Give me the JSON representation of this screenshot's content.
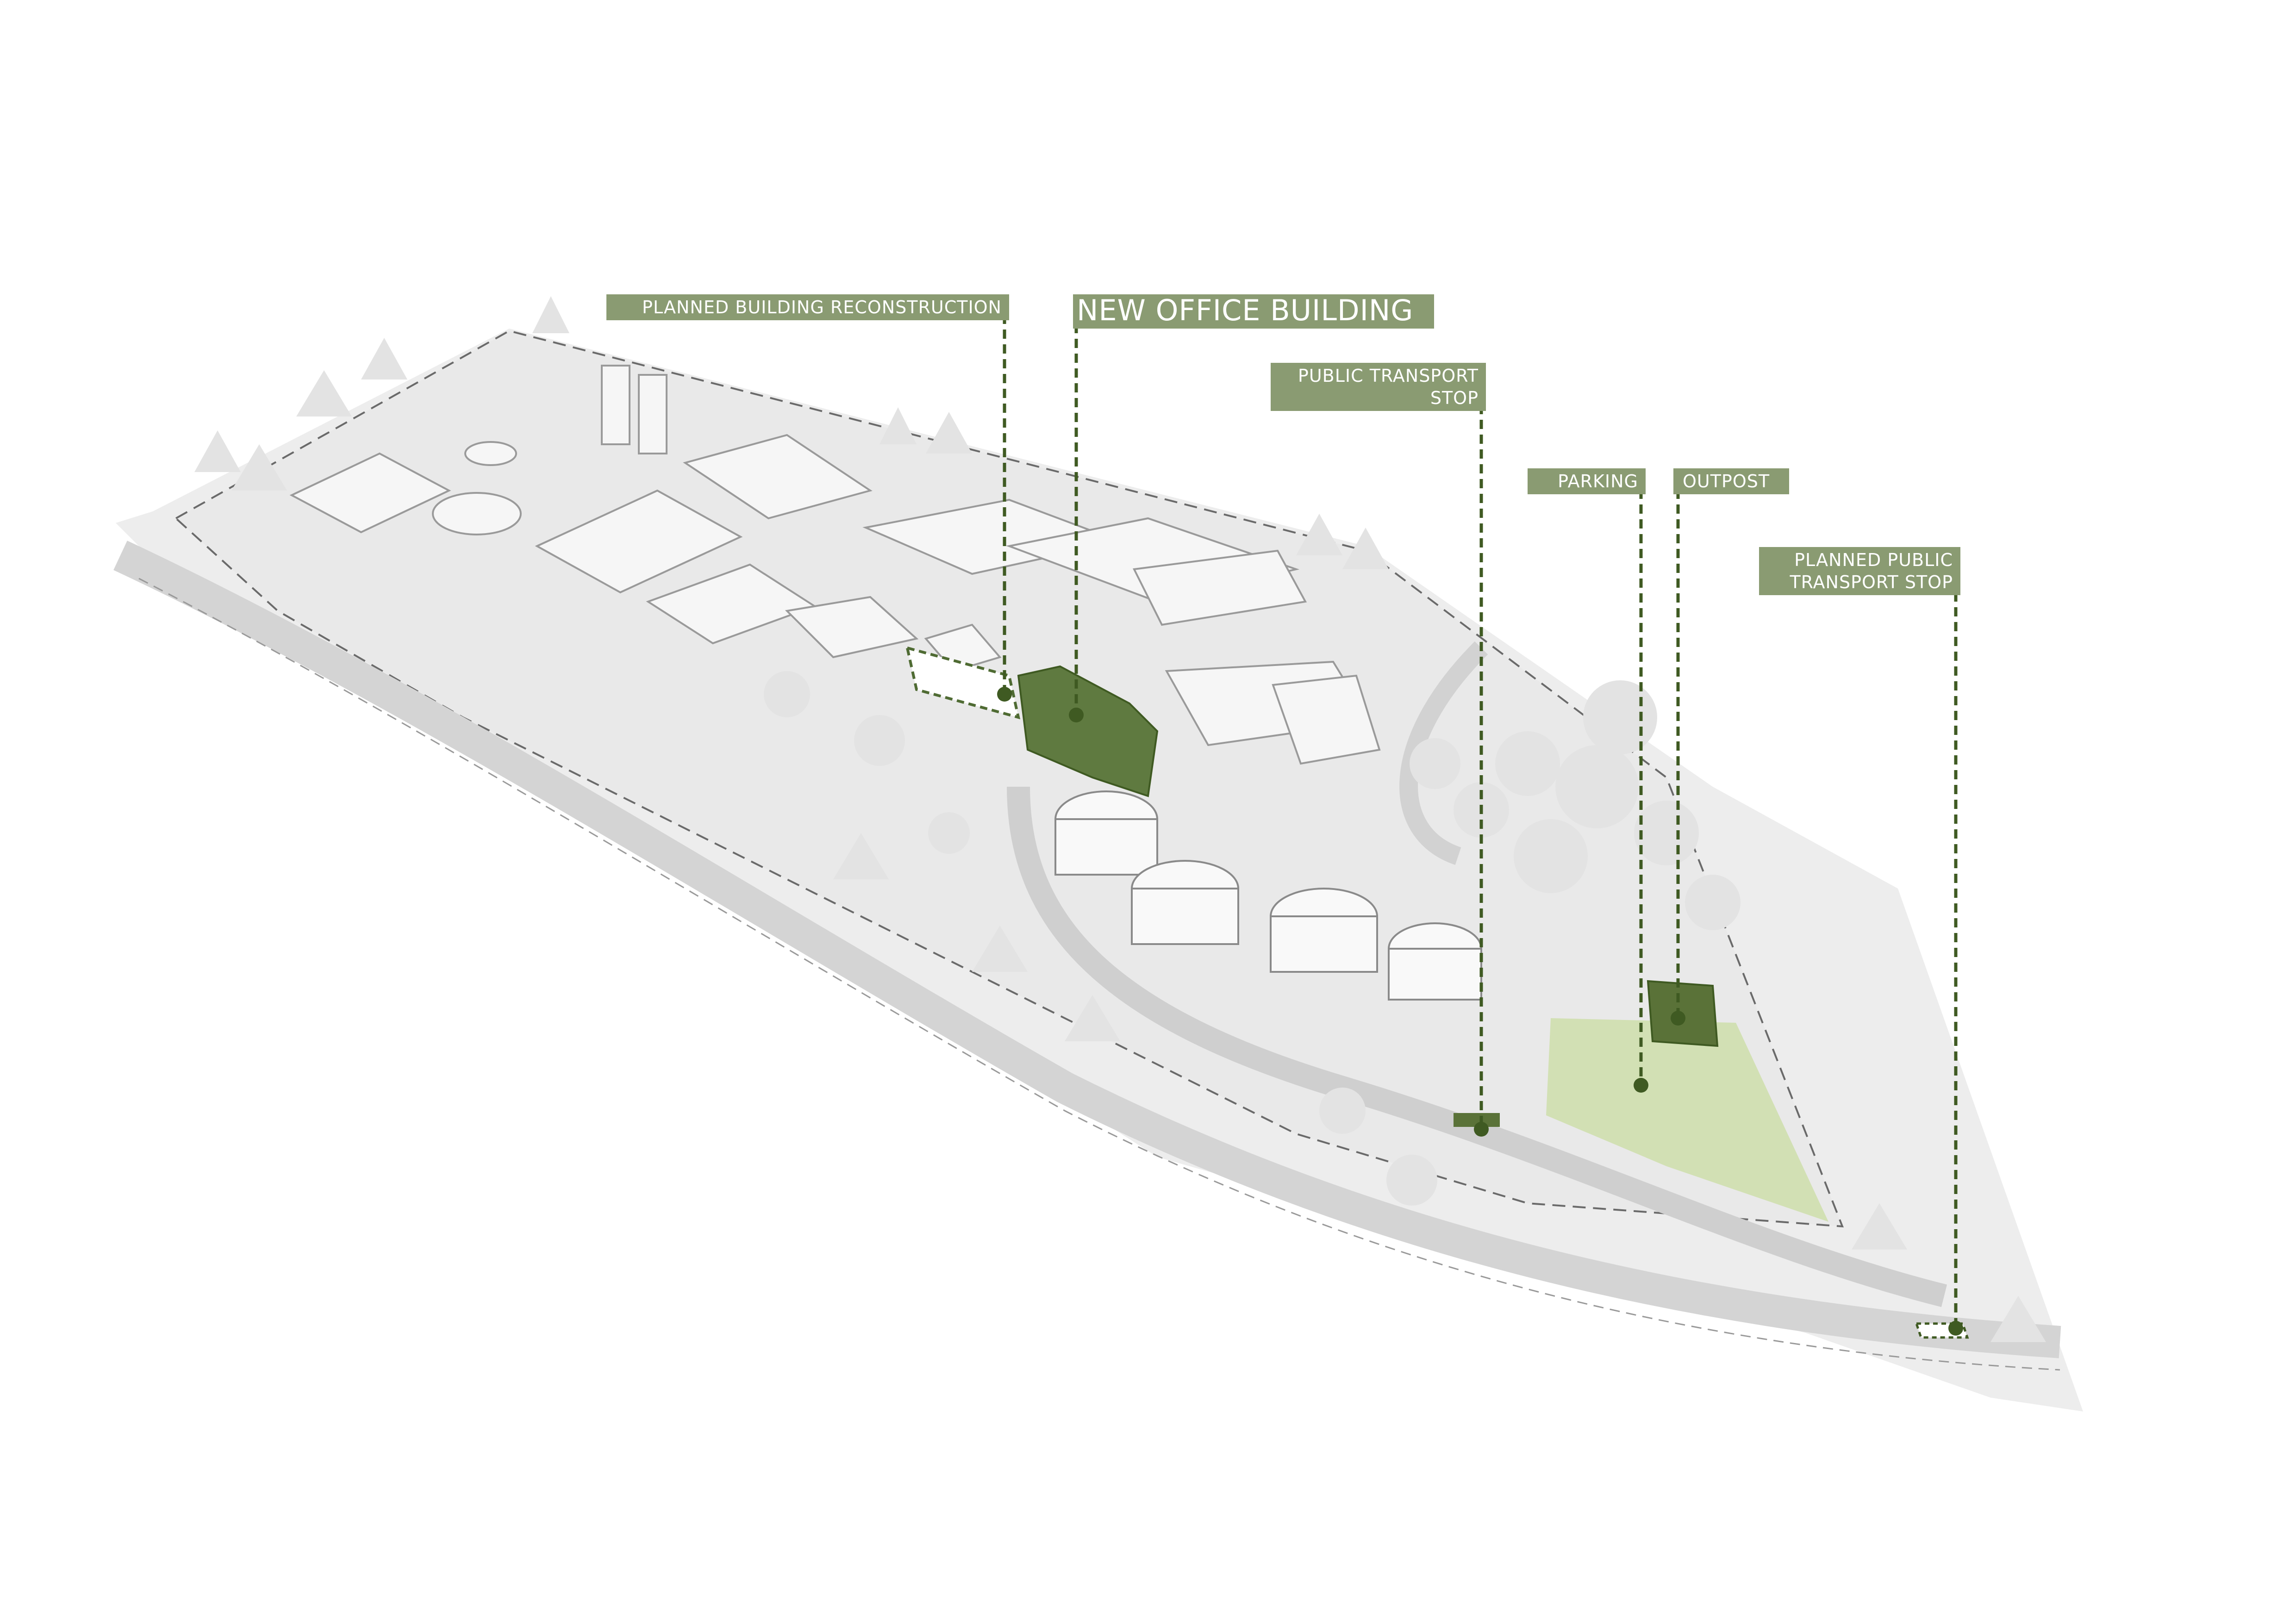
{
  "callouts": {
    "planned_building_reconstruction": "PLANNED BUILDING RECONSTRUCTION",
    "new_office_building": "NEW OFFICE BUILDING",
    "public_transport_stop": "PUBLIC TRANSPORT\nSTOP",
    "parking": "PARKING",
    "outpost": "OUTPOST",
    "planned_public_transport_stop": "PLANNED PUBLIC\nTRANSPORT STOP"
  },
  "colors": {
    "label_bg": "#8a9b72",
    "label_text": "#ffffff",
    "highlight_dark": "#4f6b33",
    "highlight_light": "#c9d9a8",
    "leader_line": "#3f5a22",
    "ground": "#ececec",
    "trees": "#e2e2e2",
    "building_outline": "#9a9a9a"
  }
}
